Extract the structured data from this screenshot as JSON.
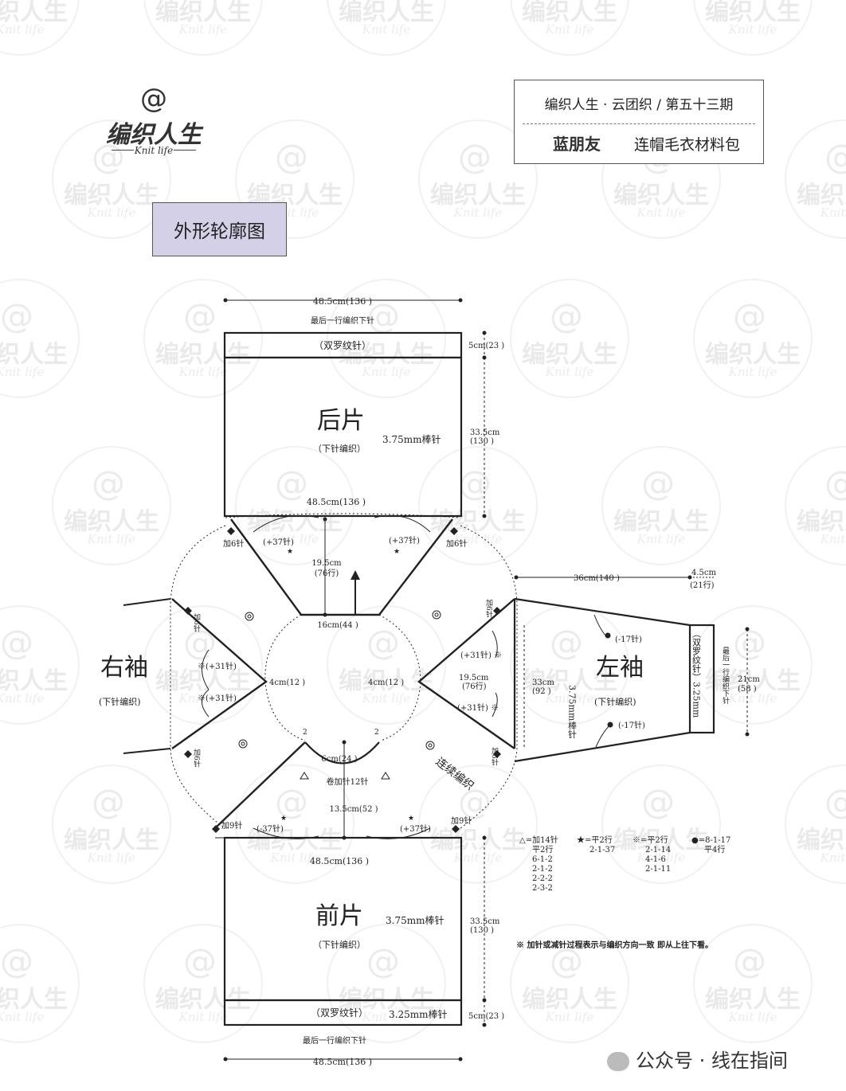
{
  "header": {
    "brand_cn": "编织人生",
    "brand_en": "Knit life",
    "issue": "编织人生 · 云团织 / 第五十三期",
    "designer": "蓝朋友",
    "product": "连帽毛衣材料包"
  },
  "section_title": "外形轮廓图",
  "back": {
    "width_top": "48.5cm(136 )",
    "last_row_note": "最后一行编织下针",
    "rib": "（双罗纹针）",
    "rib_height": "5cm(23 )",
    "name": "后片",
    "stitch": "（下针编织）",
    "needle": "3.75mm棒针",
    "height": "33.5cm",
    "height_rows": "(130 )",
    "width_bottom": "48.5cm(136 )"
  },
  "yoke": {
    "back_depth": "19.5cm",
    "back_depth_rows": "(76行)",
    "neck_back": "16cm(44 )",
    "neck_side_right": "4cm(12 )",
    "neck_side_left": "4cm(12 )",
    "front_neck": "6cm(24 )",
    "front_neck_note": "卷加针12针",
    "front_width": "13.5cm(52 )",
    "continuous": "连续编织",
    "inc_back_left": "(+37针)",
    "inc_back_right": "(+37针)",
    "inc_front_left": "(-37针)",
    "inc_front_right": "(+37针)",
    "add6_left": "加6针",
    "add6_right": "加6针",
    "add9_left": "加9针",
    "add9_right": "加9针",
    "sleeve_r_add_top": "加6针",
    "sleeve_r_add_bottom": "加6针",
    "sleeve_l_add_top": "加6针",
    "sleeve_l_add_bottom": "加6针",
    "inc31_r1": "※(+31针)",
    "inc31_r2": "※(+31针)",
    "inc31_l1": "(+31针) ※",
    "inc31_l2": "(+31针) ※",
    "num2_a": "2",
    "num2_b": "2"
  },
  "right_sleeve": {
    "name": "右袖",
    "stitch": "(下针编织)"
  },
  "left_sleeve": {
    "name": "左袖",
    "stitch": "(下针编织)",
    "length": "36cm(140 )",
    "cuff_len": "4.5cm",
    "cuff_rows": "(21行)",
    "dec_top": "(-17针)",
    "dec_bottom": "(-17针)",
    "upper_width": "19.5cm",
    "upper_rows": "(76行)",
    "mid_width": "33cm",
    "mid_rows": "(92 )",
    "needle": "3.75mm棒针",
    "cuff_rib": "（双罗纹针）3.25mm",
    "cuff_note": "最后一行编织下针",
    "cuff_width": "21cm",
    "cuff_width_rows": "(58 )"
  },
  "front": {
    "width_top": "48.5cm(136 )",
    "name": "前片",
    "needle": "3.75mm棒针",
    "stitch": "（下针编织）",
    "height": "33.5cm",
    "height_rows": "(130 )",
    "rib": "（双罗纹针）",
    "rib_needle": "3.25mm棒针",
    "rib_height": "5cm(23 )",
    "last_row_note": "最后一行编织下针",
    "width_bottom": "48.5cm(136 )"
  },
  "legend": {
    "triangle": [
      "△=加14针",
      "平2行",
      "6-1-2",
      "2-1-2",
      "2-2-2",
      "2-3-2"
    ],
    "star": [
      "★=平2行",
      "2-1-37"
    ],
    "note_mark": [
      "※=平2行",
      "2-1-14",
      "4-1-6",
      "2-1-11"
    ],
    "dot": [
      "●=8-1-17",
      "平4行"
    ],
    "footnote": "※ 加针或减针过程表示与编织方向一致  即从上往下看。"
  },
  "footer": {
    "account": "公众号 · 线在指间"
  }
}
